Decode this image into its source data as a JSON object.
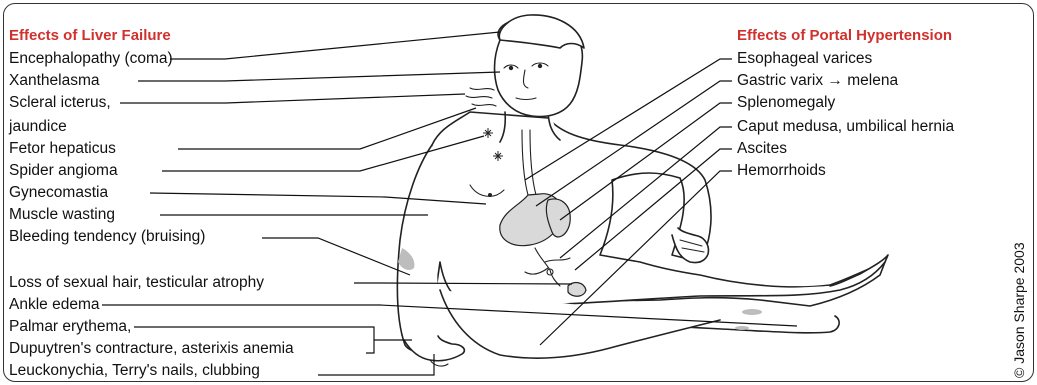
{
  "liver_failure": {
    "heading": "Effects of Liver Failure",
    "items": [
      "Encephalopathy (coma)",
      "Xanthelasma",
      "Scleral icterus,",
      "jaundice",
      "Fetor hepaticus",
      "Spider angioma",
      "Gynecomastia",
      "Muscle wasting",
      "Bleeding tendency (bruising)",
      "Loss of sexual hair, testicular atrophy",
      "Ankle edema",
      "Palmar erythema,",
      "Dupuytren's contracture, asterixis anemia",
      "Leuckonychia, Terry's nails, clubbing"
    ]
  },
  "portal_hypertension": {
    "heading": "Effects of Portal Hypertension",
    "items": [
      "Esophageal varices",
      "Gastric varix → melena",
      "Splenomegaly",
      "Caput medusa, umbilical hernia",
      "Ascites",
      "Hemorrhoids"
    ]
  },
  "credit": "© Jason Sharpe 2003"
}
